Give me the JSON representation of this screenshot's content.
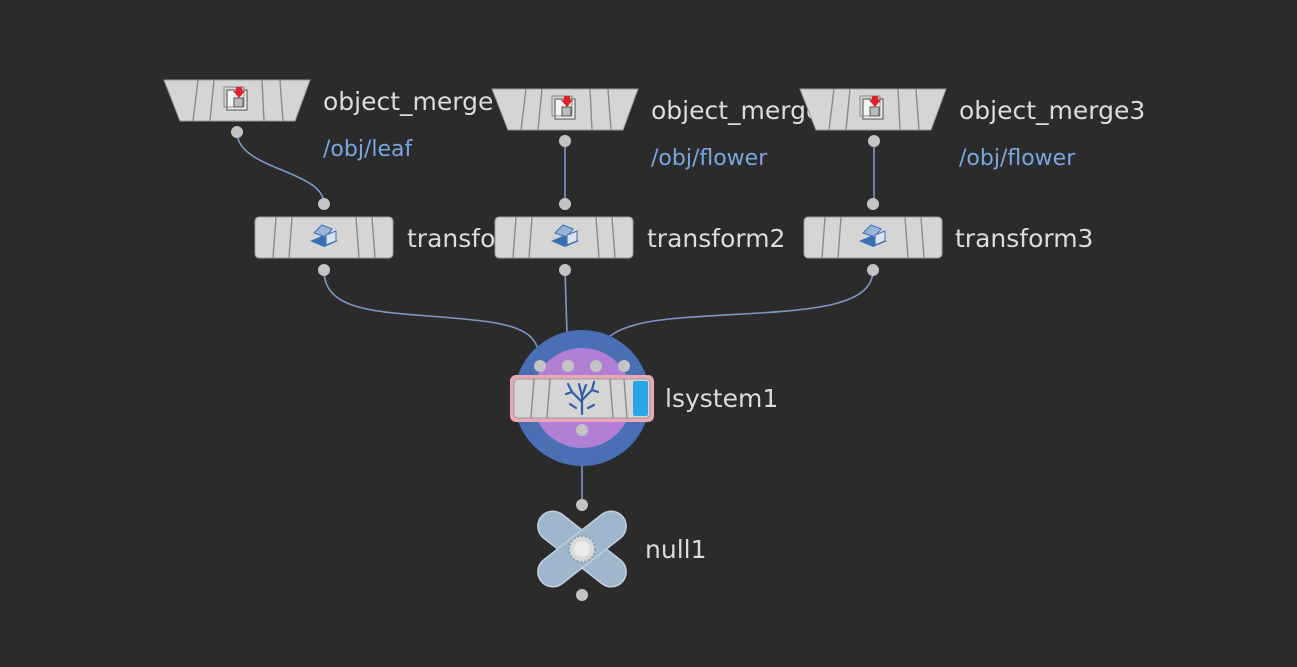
{
  "network": {
    "nodes": {
      "object_merge1": {
        "label": "object_merge",
        "path": "/obj/leaf",
        "icon": "object-merge-icon"
      },
      "object_merge2": {
        "label": "object_merge",
        "path": "/obj/flower",
        "icon": "object-merge-icon"
      },
      "object_merge3": {
        "label": "object_merge3",
        "path": "/obj/flower",
        "icon": "object-merge-icon"
      },
      "transform1": {
        "label": "transfo",
        "icon": "transform-icon"
      },
      "transform2": {
        "label": "transform2",
        "icon": "transform-icon"
      },
      "transform3": {
        "label": "transform3",
        "icon": "transform-icon"
      },
      "lsystem1": {
        "label": "lsystem1",
        "icon": "lsystem-tree-icon",
        "display_flag_color": "#29a6e8"
      },
      "null1": {
        "label": "null1",
        "icon": "null-icon"
      }
    },
    "colors": {
      "background": "#2b2b2b",
      "wire": "#7b99c4",
      "node_body": "#d5d5d5",
      "label": "#dcdcdc",
      "path_label": "#79a6e0",
      "lsystem_halo_outer": "#4b6fb5",
      "lsystem_halo_inner": "#b17fd6",
      "selected_outline": "#e8a8b4"
    }
  }
}
